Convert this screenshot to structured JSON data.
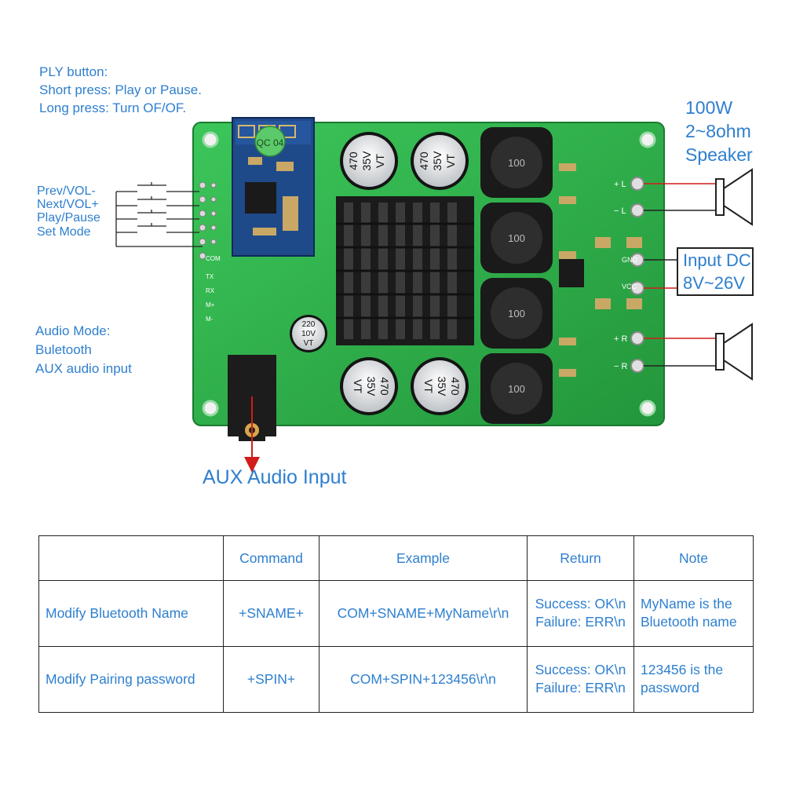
{
  "ply_note": {
    "lines": [
      "PLY button:",
      "Short press: Play or Pause.",
      "Long press: Turn OF/OF."
    ]
  },
  "buttons": {
    "labels": [
      "Prev/VOL-",
      "Next/VOL+",
      "Play/Pause",
      "Set Mode"
    ]
  },
  "audio_mode": {
    "lines": [
      "Audio Mode:",
      "Buletooth",
      "AUX audio input"
    ]
  },
  "aux_label": "AUX Audio Input",
  "speaker_label": {
    "lines": [
      "100W",
      "2~8ohm",
      "Speaker"
    ]
  },
  "input_dc": {
    "lines": [
      "Input DC",
      "8V~26V"
    ]
  },
  "board": {
    "bt_module_label": "QC 04",
    "cap_large_value": [
      "470",
      "35V",
      "VT"
    ],
    "cap_small_value": [
      "220",
      "10V",
      "VT"
    ],
    "inductor_value": "100",
    "pin_labels": [
      "COM",
      "TX",
      "RX",
      "M+",
      "M-"
    ],
    "left_out": [
      "+ L",
      "− L"
    ],
    "right_out": [
      "+ R",
      "− R"
    ],
    "power_pins": [
      "VCC",
      "GND"
    ]
  },
  "table": {
    "headers": [
      "",
      "Command",
      "Example",
      "Return",
      "Note"
    ],
    "rows": [
      {
        "name": "Modify Bluetooth Name",
        "command": "+SNAME+",
        "example": "COM+SNAME+MyName\\r\\n",
        "return_lines": [
          "Success: OK\\n",
          "Failure: ERR\\n"
        ],
        "note_lines": [
          "MyName is the",
          "Bluetooth name"
        ]
      },
      {
        "name": "Modify Pairing password",
        "command": "+SPIN+",
        "example": "COM+SPIN+123456\\r\\n",
        "return_lines": [
          "Success: OK\\n",
          "Failure: ERR\\n"
        ],
        "note_lines": [
          "123456 is the",
          "password"
        ]
      }
    ]
  },
  "colors": {
    "text": "#2e7fcf",
    "pcb": "#2fb24a",
    "arrow": "#d11c1c",
    "heatsink": "#1b1b1b",
    "capacitor": "#141414",
    "bt_module": "#1f4a8a"
  }
}
